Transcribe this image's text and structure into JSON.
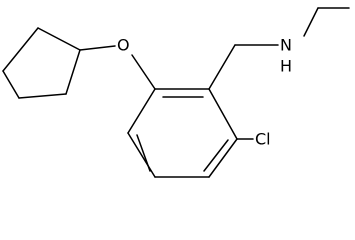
{
  "molecule": {
    "atoms": {
      "oxygen": "O",
      "nitrogen": "N",
      "hydrogen": "H",
      "chlorine": "Cl"
    }
  }
}
